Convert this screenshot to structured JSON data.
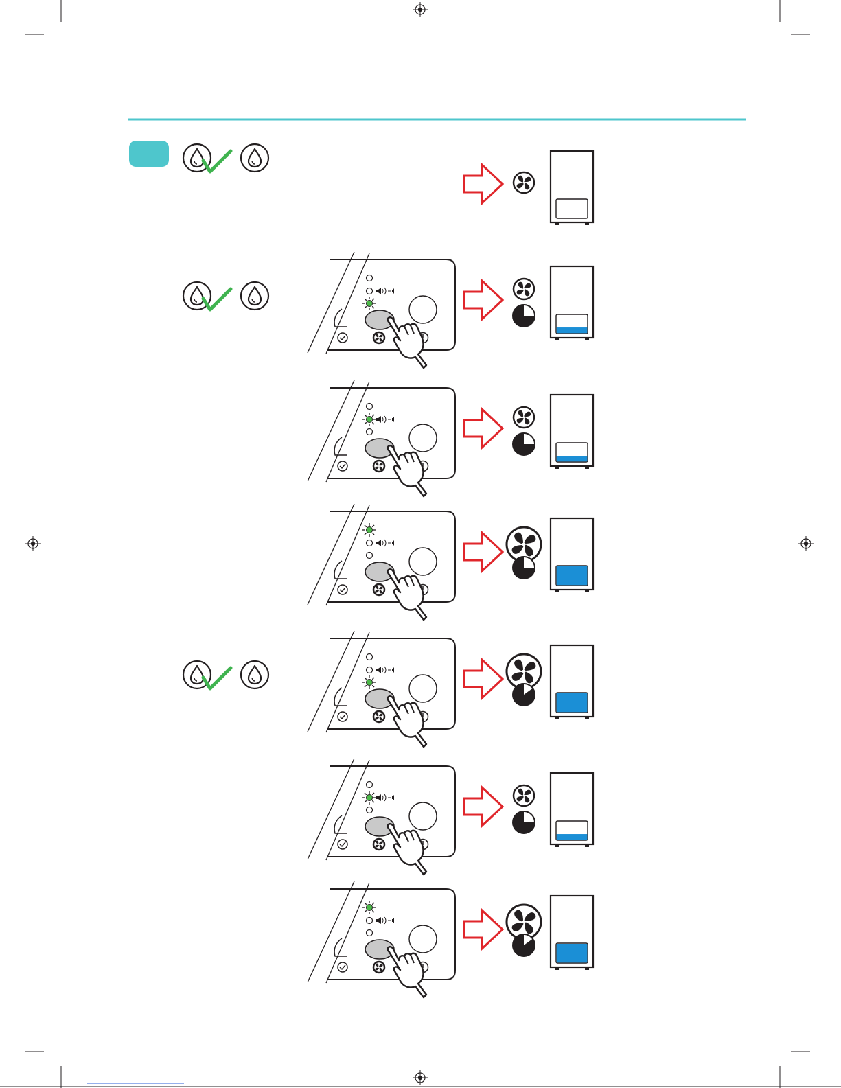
{
  "colors": {
    "ink": "#231f20",
    "accent_teal": "#4ec6cc",
    "check_green": "#3fb34f",
    "arrow_red": "#e0262b",
    "water_blue": "#1b8fd6",
    "led_green": "#4bb848",
    "button_gray": "#c9c9c9"
  },
  "icons": {
    "registration_mark": "crosshair-circle-icon",
    "water_drop": "water-drop-icon",
    "check": "check-icon",
    "arrow": "hollow-right-arrow-icon",
    "fan": "fan-icon",
    "timer": "pie-timer-icon",
    "hand": "pointing-hand-icon",
    "clock": "clock-icon",
    "power": "power-icon",
    "speaker": "speaker-icon",
    "tank": "water-tank-icon"
  },
  "rows": [
    {
      "has_panel": false,
      "drops": true,
      "active_led": null,
      "fan_large": false,
      "has_timer": false,
      "water_level": 0,
      "show_window": true
    },
    {
      "has_panel": true,
      "drops": true,
      "active_led": 3,
      "fan_large": false,
      "has_timer": true,
      "timer_fraction": 0.75,
      "water_level": 0.08,
      "show_window": true
    },
    {
      "has_panel": true,
      "drops": false,
      "active_led": 2,
      "fan_large": false,
      "has_timer": true,
      "timer_fraction": 0.75,
      "water_level": 0.08,
      "show_window": true
    },
    {
      "has_panel": true,
      "drops": false,
      "active_led": 1,
      "fan_large": true,
      "has_timer": true,
      "timer_fraction": 0.75,
      "water_level": 0.25,
      "show_window": false
    },
    {
      "has_panel": true,
      "drops": true,
      "active_led": 3,
      "fan_large": true,
      "has_timer": true,
      "timer_fraction": 0.85,
      "water_level": 0.25,
      "show_window": false
    },
    {
      "has_panel": true,
      "drops": false,
      "active_led": 2,
      "fan_large": false,
      "has_timer": true,
      "timer_fraction": 0.75,
      "water_level": 0.08,
      "show_window": true
    },
    {
      "has_panel": true,
      "drops": false,
      "active_led": 1,
      "fan_large": true,
      "has_timer": true,
      "timer_fraction": 0.85,
      "water_level": 0.25,
      "show_window": false
    }
  ]
}
